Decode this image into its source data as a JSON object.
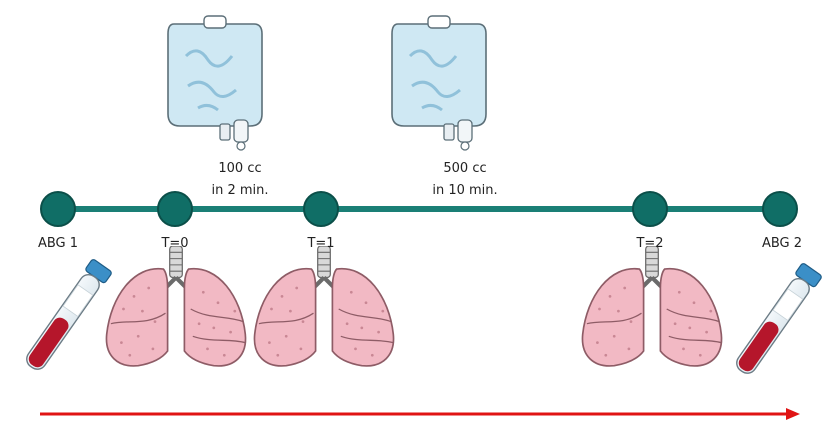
{
  "diagram": {
    "colors": {
      "timeline": "#1a7f76",
      "node_fill": "#106e66",
      "node_stroke": "#0b4f49",
      "arrow": "#e01414",
      "lung": "#f2b9c4",
      "lung_stroke": "#8e5c66",
      "bag": "#cfe8f3",
      "blood": "#b5162b"
    },
    "timepoints": [
      {
        "label": "ABG 1"
      },
      {
        "label": "T=0"
      },
      {
        "label": "T=1"
      },
      {
        "label": "T=2"
      },
      {
        "label": "ABG 2"
      }
    ],
    "infusions": [
      {
        "volume": "100 cc",
        "duration": "in 2 min."
      },
      {
        "volume": "500 cc",
        "duration": "in 10 min."
      }
    ],
    "icons": [
      "iv-bag-icon",
      "lungs-icon",
      "blood-tube-icon",
      "time-arrow-icon"
    ]
  }
}
